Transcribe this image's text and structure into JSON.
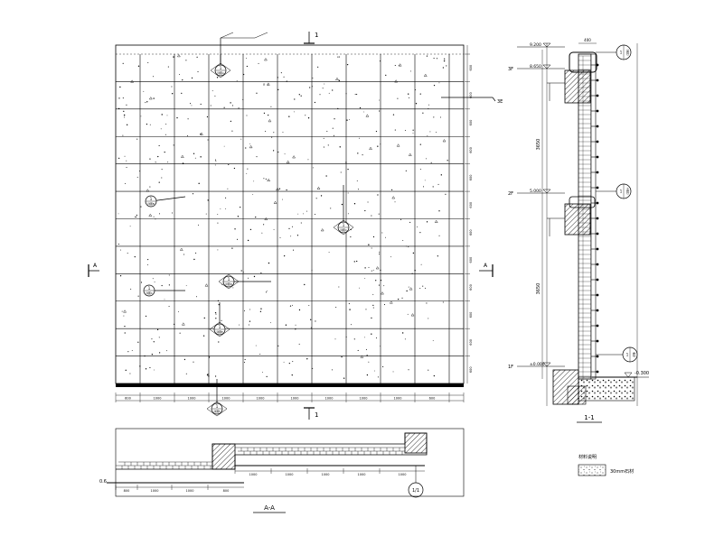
{
  "elevation": {
    "marker_top": "1",
    "marker_bottom": "1",
    "marker_left": "A",
    "marker_right": "A",
    "right_label": "3E",
    "row_dims": [
      "600",
      "600",
      "600",
      "600",
      "600",
      "600",
      "600",
      "600",
      "600",
      "600",
      "600",
      "600"
    ],
    "col_dims": [
      "600",
      "1000",
      "1000",
      "1000",
      "1000",
      "1000",
      "1000",
      "1000",
      "1000",
      "600"
    ],
    "callouts": [
      {
        "num": "1",
        "ref": "详图A"
      },
      {
        "num": "1",
        "ref": "详图B"
      },
      {
        "num": "1",
        "ref": "详图C"
      },
      {
        "num": "1",
        "ref": "详图C"
      },
      {
        "num": "1",
        "ref": "详图D"
      },
      {
        "num": "1",
        "ref": "详图E"
      },
      {
        "num": "1",
        "ref": "详图F"
      }
    ]
  },
  "section_aa": {
    "title": "A-A",
    "dims": [
      "800",
      "1000",
      "1000",
      "800",
      "1000",
      "1000",
      "1000",
      "1000",
      "1000",
      "1000"
    ],
    "left_label": "0.6",
    "callout": "1/1"
  },
  "section_11": {
    "title": "1-1",
    "levels": [
      {
        "floor": "",
        "elev": "9.200"
      },
      {
        "floor": "3F",
        "elev": "8.650"
      },
      {
        "floor": "2F",
        "elev": "5.000"
      },
      {
        "floor": "1F",
        "elev": "±0.000"
      }
    ],
    "bottom_right_elev": "-0.300",
    "top_dim": "400",
    "vertical_dims": [
      "3650",
      "3650"
    ],
    "callouts": [
      "详图G",
      "详图H",
      "详图I"
    ]
  },
  "legend": {
    "title": "材料说明",
    "item": "30mm石材"
  }
}
